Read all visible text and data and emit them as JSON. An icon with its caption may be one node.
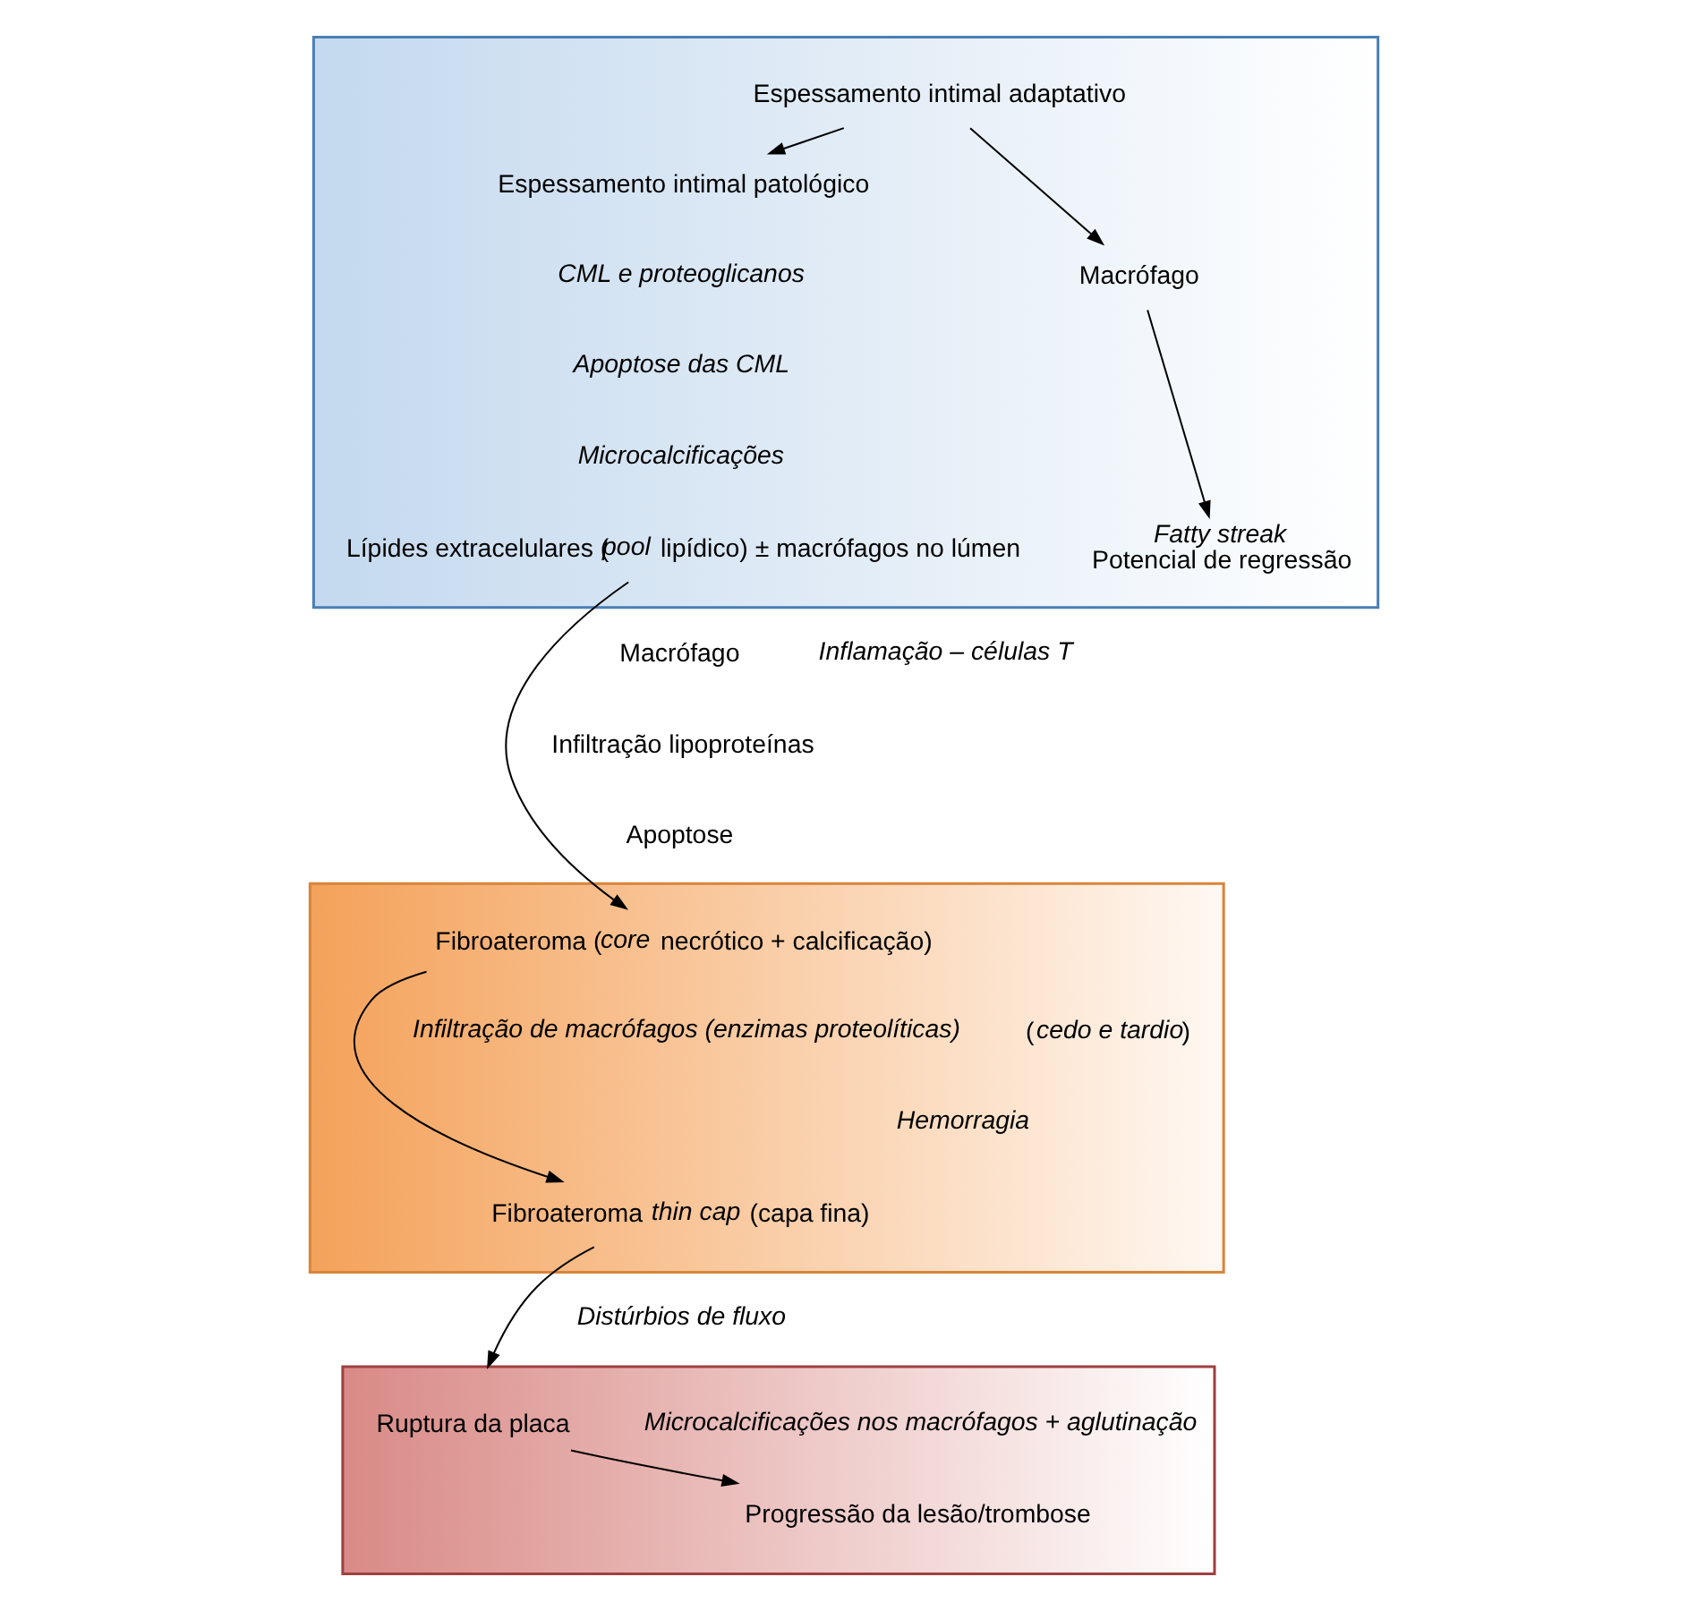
{
  "diagram": {
    "nodes": [
      {
        "text": [],
        "shape": "box"
      },
      {
        "text": [
          "Espessamento intimal adaptativo"
        ],
        "in": 0
      },
      {
        "text": [
          "Espessamento intimal patológico"
        ],
        "in": 0
      },
      {
        "text": [
          "Macrófago"
        ],
        "in": 0
      },
      {
        "text": [
          "Lípides extracelulares (*pool* lipídico) ± macrófagos no lúmen"
        ],
        "in": 0
      },
      {
        "text": [
          "Fatty streak",
          "Potencial de regressão"
        ],
        "in": 0
      },
      {
        "text": [],
        "shape": "box"
      },
      {
        "text": [
          "Fibroateroma (*core* necrótico + calcificação)"
        ],
        "in": 6
      },
      {
        "text": [
          "Fibroateroma *thin cap* (capa fina)"
        ],
        "in": 6
      },
      {
        "text": [],
        "shape": "box"
      },
      {
        "text": [
          "Ruptura da placa"
        ],
        "in": 9
      },
      {
        "text": [
          "Progressão da lesão/trombose"
        ],
        "in": 9
      }
    ],
    "edges": [
      {
        "from": 1,
        "to": 2,
        "arrow": "to"
      },
      {
        "from": 1,
        "to": 3,
        "arrow": "to"
      },
      {
        "from": 3,
        "to": 5,
        "arrow": "to"
      },
      {
        "from": 4,
        "to": 7,
        "arrow": "to"
      },
      {
        "from": 7,
        "to": 8,
        "arrow": "to"
      },
      {
        "from": 8,
        "to": 9,
        "arrow": "to"
      },
      {
        "from": 10,
        "to": 11,
        "arrow": "to"
      }
    ],
    "labels": [
      "CML e proteoglicanos",
      "Apoptose das CML",
      "Microcalcificações",
      "Macrófago",
      "Infiltração lipoproteínas",
      "Apoptose",
      "Inflamação – células T",
      "Infiltração de macrófagos (enzimas proteolíticas)",
      "(*cedo e tardio*)",
      "Hemorragia",
      "Distúrbios de fluxo",
      "Microcalcificações nos macrófagos + aglutinação"
    ]
  }
}
